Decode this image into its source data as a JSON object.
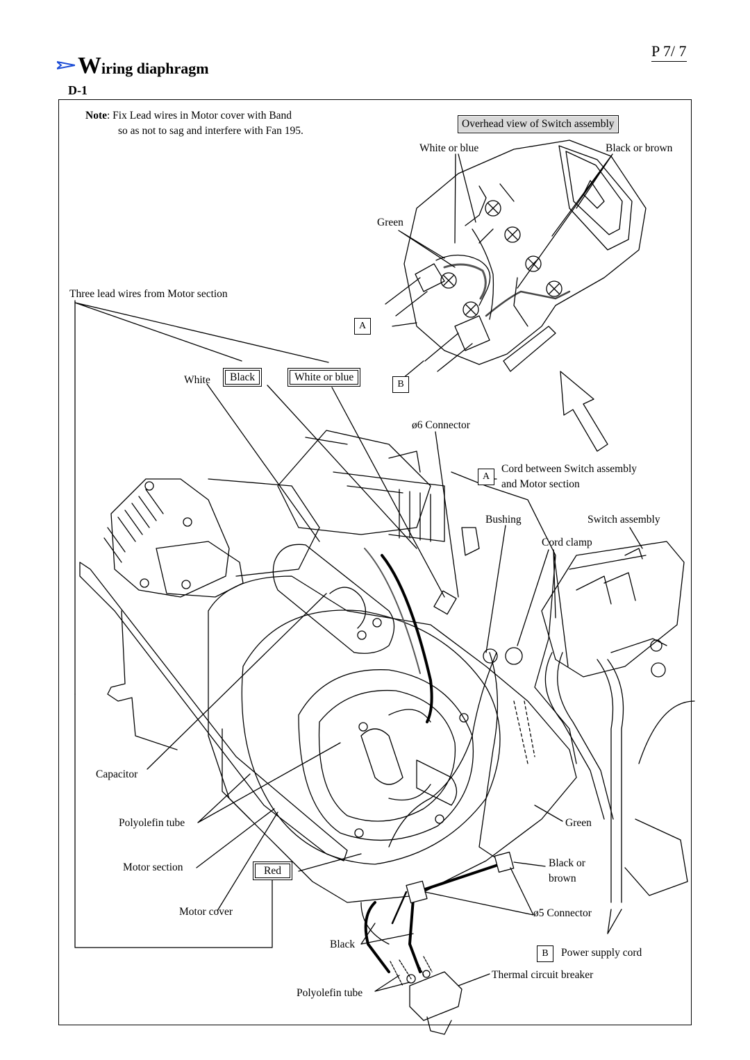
{
  "page": {
    "number": "P 7/ 7"
  },
  "header": {
    "title_initial": "W",
    "title_rest": "iring diaphragm",
    "section": "D-1"
  },
  "note": {
    "label": "Note",
    "line1": ": Fix Lead wires in Motor cover with Band",
    "line2": "so as not to sag and interfere with Fan 195."
  },
  "overhead_caption": "Overhead view of Switch assembly",
  "labels": {
    "white_or_blue_top": "White or blue",
    "black_or_brown_top": "Black or brown",
    "green_top": "Green",
    "three_lead": "Three lead wires from Motor section",
    "marker_a": "A",
    "marker_b": "B",
    "white": "White",
    "black_box": "Black",
    "white_or_blue_box": "White or blue",
    "connector6": "ø6 Connector",
    "cord_between_1": "Cord between Switch assembly",
    "cord_between_2": "and Motor section",
    "bushing": "Bushing",
    "switch_assembly": "Switch assembly",
    "cord_clamp": "Cord clamp",
    "capacitor": "Capacitor",
    "polyolefin_tube_1": "Polyolefin tube",
    "motor_section": "Motor section",
    "red_box": "Red",
    "motor_cover": "Motor cover",
    "green_bottom": "Green",
    "black_or_1": "Black or",
    "brown": "brown",
    "connector5": "ø5 Connector",
    "black_bottom": "Black",
    "power_supply_cord": "Power supply cord",
    "thermal_breaker": "Thermal circuit breaker",
    "polyolefin_tube_2": "Polyolefin tube"
  }
}
